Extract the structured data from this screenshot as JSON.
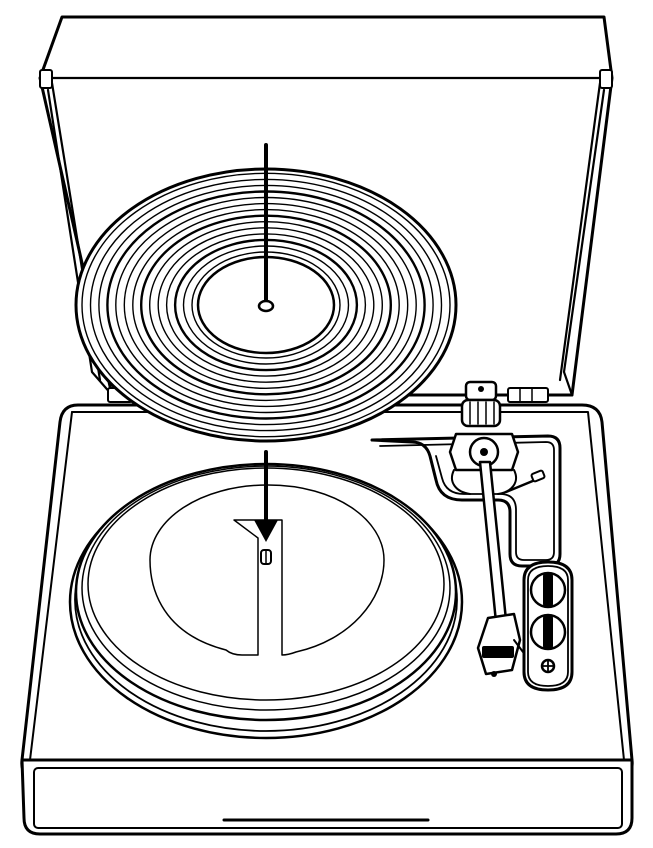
{
  "title": "",
  "colors": {
    "line": "#000000",
    "background": "#ffffff"
  },
  "illustration": {
    "subject": "record-player-placing-record-on-platter",
    "record_groove_count": 14,
    "arrow_direction": "down"
  }
}
